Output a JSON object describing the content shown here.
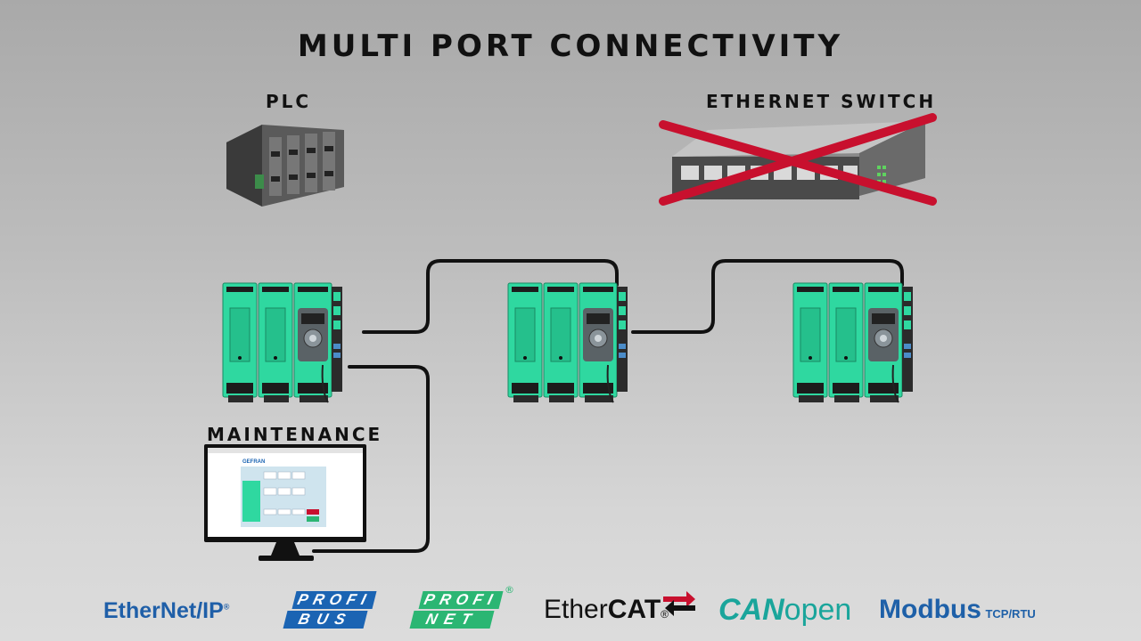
{
  "title": "MULTI PORT CONNECTIVITY",
  "labels": {
    "plc": "PLC",
    "switch": "ETHERNET SWITCH",
    "maintenance": "MAINTENANCE"
  },
  "screen": {
    "brand": "GEFRAN"
  },
  "protocols": {
    "ethernetip": {
      "part1": "Ether",
      "part2": "Net",
      "part3": "/IP",
      "tm": "®"
    },
    "profibus": {
      "line1": "PROFI",
      "line2": "BUS"
    },
    "profinet": {
      "line1": "PROFI",
      "line2": "NET",
      "reg": "®"
    },
    "ethercat": {
      "part1": "Ether",
      "part2": "CAT",
      "reg": "®"
    },
    "canopen": {
      "part1": "CAN",
      "part2": "open"
    },
    "modbus": {
      "part1": "Modbus",
      "part2": "TCP/RTU"
    }
  },
  "colors": {
    "module_green": "#2fd8a0",
    "cross_red": "#c8102e",
    "cable": "#111111",
    "ethernetip_blue": "#1f5fa8",
    "profi_blue": "#1b64b3",
    "profinet_green": "#2bb673",
    "canopen_teal": "#1aa59b",
    "modbus_blue": "#1e60a8"
  }
}
